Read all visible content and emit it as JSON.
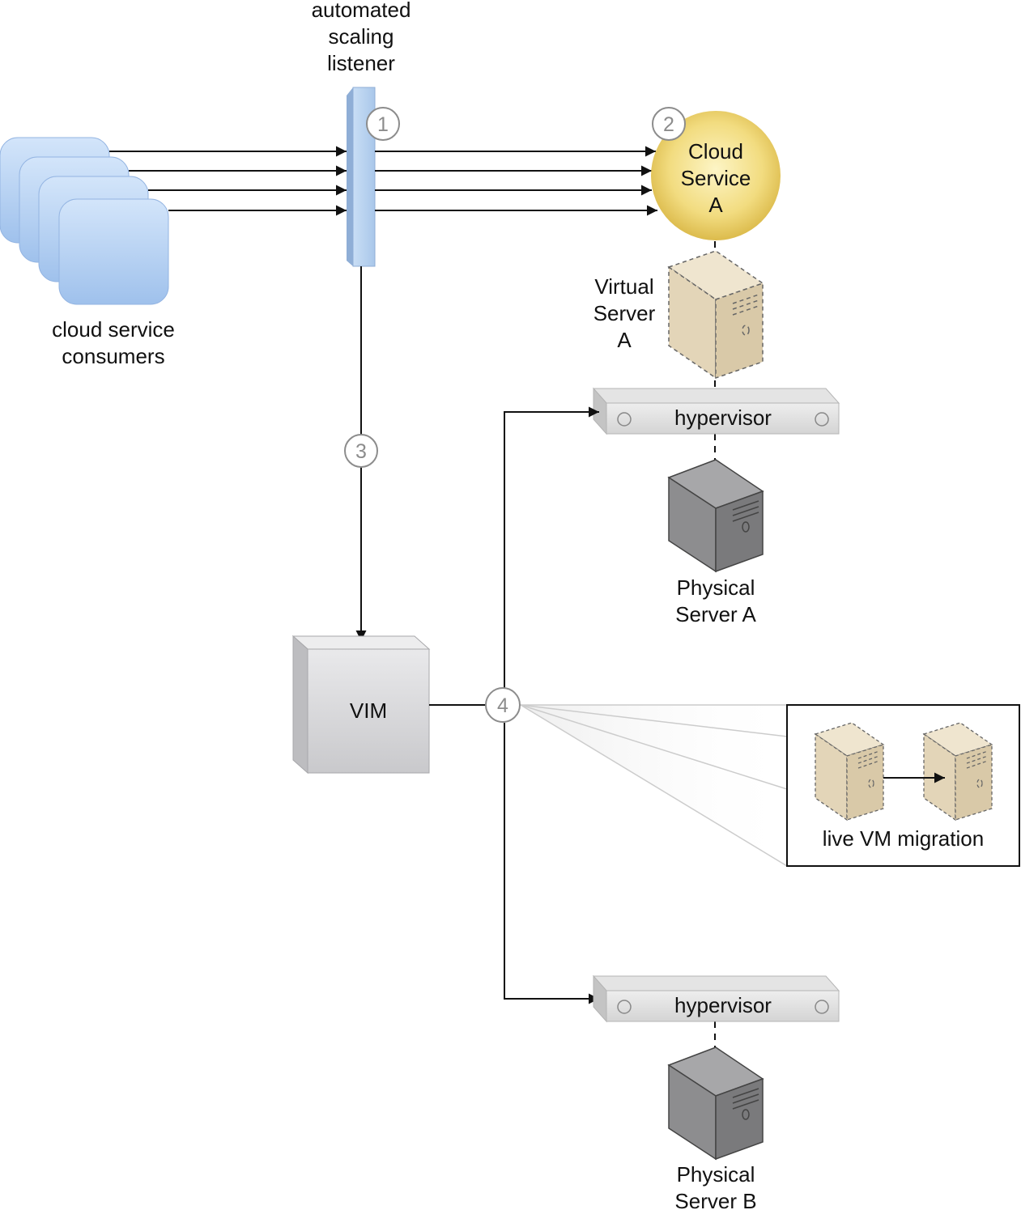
{
  "labels": {
    "listener": "automated\nscaling\nlistener",
    "consumers": "cloud service\nconsumers",
    "cloud_service": "Cloud\nService\nA",
    "virtual_server": "Virtual\nServer\nA",
    "hypervisor_a": "hypervisor",
    "hypervisor_b": "hypervisor",
    "physical_server_a": "Physical\nServer A",
    "physical_server_b": "Physical\nServer B",
    "vim": "VIM",
    "migration": "live VM migration"
  },
  "steps": [
    "1",
    "2",
    "3",
    "4"
  ],
  "colors": {
    "consumer_fill": "#a9c8ef",
    "listener_fill": "#b8d4f0",
    "cloud_service_fill": "#f0d870",
    "virtual_server_fill": "#e6d9bd",
    "hypervisor_fill": "#dcdcdc",
    "physical_server_fill": "#8a8a8a",
    "vim_fill": "#d6d6d8",
    "step_circle_stroke": "#8c8c8c"
  },
  "icons": {
    "consumers": "stacked-rounded-square-icon",
    "listener": "vertical-bar-icon",
    "cloud_service": "sphere-icon",
    "virtual_server": "dashed-server-tower-icon",
    "physical_server": "server-tower-icon",
    "hypervisor": "rack-unit-icon",
    "vim": "cube-icon"
  }
}
